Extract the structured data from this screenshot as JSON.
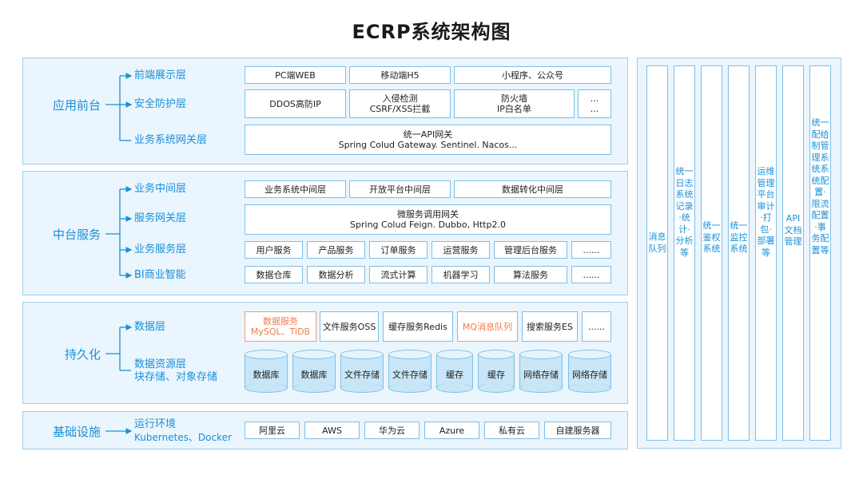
{
  "title": "ECRP系统架构图",
  "colors": {
    "accent": "#1a90d8",
    "border": "#7fbfe6",
    "band_bg": "#eaf5fd",
    "highlight": "#f07c4a",
    "cylinder": "#c8e6f7"
  },
  "app_front": {
    "name": "应用前台",
    "layers": [
      "前端展示层",
      "安全防护层",
      "业务系统网关层"
    ],
    "display": [
      "PC端WEB",
      "移动端H5",
      "小程序、公众号"
    ],
    "security": {
      "ddos": "DDOS高防IP",
      "intrusion_1": "入侵检测",
      "intrusion_2": "CSRF/XSS拦截",
      "firewall_1": "防火墙",
      "firewall_2": "IP白名单",
      "more_1": "...",
      "more_2": "..."
    },
    "gateway": {
      "line1": "统一API网关",
      "line2": "Spring Colud Gateway. Sentinel. Nacos..."
    }
  },
  "middle": {
    "name": "中台服务",
    "layers": [
      "业务中间层",
      "服务网关层",
      "业务服务层",
      "BI商业智能"
    ],
    "middleware": [
      "业务系统中间层",
      "开放平台中间层",
      "数据转化中间层"
    ],
    "gateway": {
      "line1": "微服务调用网关",
      "line2": "Spring Colud Feign. Dubbo, Http2.0"
    },
    "services": [
      "用户服务",
      "产品服务",
      "订单服务",
      "运营服务",
      "管理后台服务",
      "......"
    ],
    "bi": [
      "数据仓库",
      "数据分析",
      "流式计算",
      "机器学习",
      "算法服务",
      "......"
    ]
  },
  "persist": {
    "name": "持久化",
    "layers": {
      "data": "数据层",
      "resource_1": "数据资源层",
      "resource_2": "块存储、对象存储"
    },
    "data_boxes": {
      "db_service_1": "数据服务",
      "db_service_2": "MySQL、TiDB",
      "oss": "文件服务OSS",
      "redis": "缓存服务Redis",
      "mq": "MQ消息队列",
      "es": "搜索服务ES",
      "more": "......"
    },
    "storage": [
      "数据库",
      "数据库",
      "文件存储",
      "文件存储",
      "缓存",
      "缓存",
      "网络存储",
      "网络存储"
    ]
  },
  "infra": {
    "name": "基础设施",
    "layer_1": "运行环境",
    "layer_2": "Kubernetes、Docker",
    "providers": [
      "阿里云",
      "AWS",
      "华为云",
      "Azure",
      "私有云",
      "自建服务器"
    ]
  },
  "side_columns": [
    "消息队列",
    "统一日志系统记录·统计·分析等",
    "统一鉴权系统",
    "统一监控系统",
    "运维管理平台审计·打包·部署等",
    "API文档管理",
    "统一配给制管理系统系统配置·限流配置·事务配置等"
  ]
}
